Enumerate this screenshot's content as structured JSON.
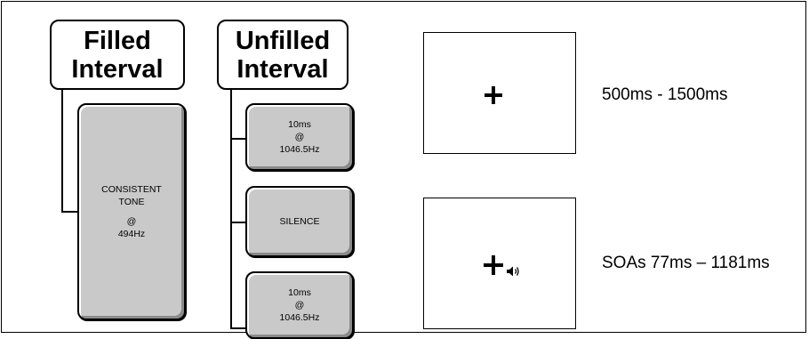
{
  "filled": {
    "header_line1": "Filled",
    "header_line2": "Interval",
    "tone": [
      "CONSISTENT",
      "TONE",
      "@",
      "494Hz"
    ]
  },
  "unfilled": {
    "header_line1": "Unfilled",
    "header_line2": "Interval",
    "box1": [
      "10ms",
      "@",
      "1046.5Hz"
    ],
    "box2": "SILENCE",
    "box3": [
      "10ms",
      "@",
      "1046.5Hz"
    ]
  },
  "trial": {
    "fixation_duration": "500ms - 1500ms",
    "soa_range": "SOAs 77ms – 1181ms",
    "fixation_icon": "plus-icon",
    "sound_icon": "speaker-icon"
  }
}
